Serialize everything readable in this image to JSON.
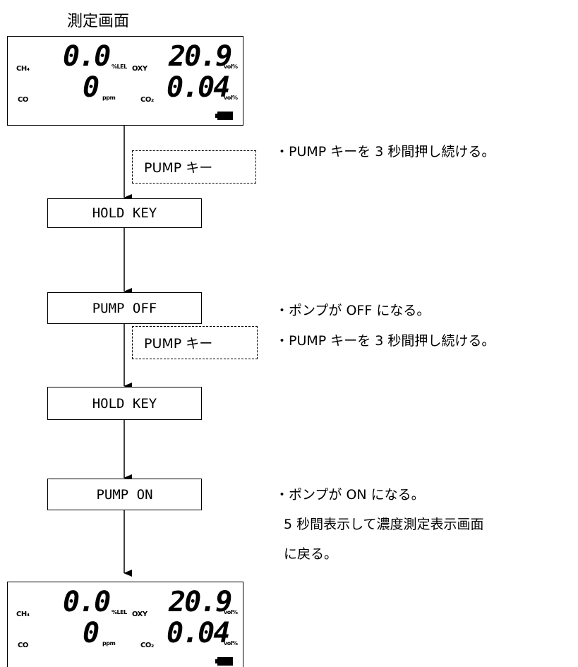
{
  "title": "測定画面",
  "display": {
    "row1": {
      "label_left": "CH₄",
      "value_left": "0.0",
      "unit_left": "%LEL",
      "label_right": "OXY",
      "value_right": "20.9",
      "unit_right": "vol%"
    },
    "row2": {
      "label_left": "CO",
      "value_left": "0",
      "unit_left": "ppm",
      "label_right": "CO₂",
      "value_right": "0.04",
      "unit_right": "vol%"
    },
    "battery_icon": "battery-full-icon"
  },
  "flow": {
    "step1_key": "PUMP キー",
    "step1_note": "・PUMP キーを 3 秒間押し続ける。",
    "step2_box": "HOLD KEY",
    "step3_box": "PUMP OFF",
    "step3_note": "・ポンプが OFF になる。",
    "step4_key": "PUMP キー",
    "step4_note": "・PUMP キーを 3 秒間押し続ける。",
    "step5_box": "HOLD KEY",
    "step6_box": "PUMP ON",
    "step6_note_line1": "・ポンプが ON になる。",
    "step6_note_line2": "5 秒間表示して濃度測定表示画面",
    "step6_note_line3": "に戻る。"
  }
}
